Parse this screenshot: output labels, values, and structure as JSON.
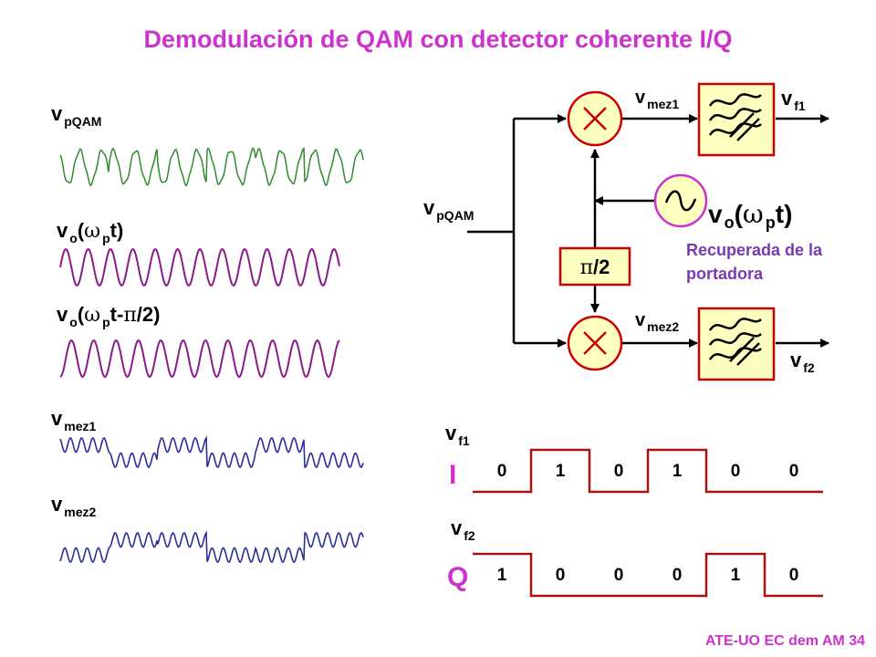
{
  "title": "Demodulación de QAM con detector coherente I/Q",
  "footer": "ATE-UO EC dem AM 34",
  "waveforms": {
    "vpqam": {
      "main": "v",
      "sub": "pQAM"
    },
    "carrier": {
      "pre": "v",
      "sub1": "o",
      "open": "(",
      "omega": "ω",
      "sub2": "p",
      "post": "t)"
    },
    "carrier_shift": {
      "pre": "v",
      "sub1": "o",
      "open": "(",
      "omega": "ω",
      "sub2": "p",
      "mid": "t-",
      "pi": "π",
      "post": "/2)"
    },
    "vmez1": {
      "main": "v",
      "sub": "mez1"
    },
    "vmez2": {
      "main": "v",
      "sub": "mez2"
    }
  },
  "block": {
    "input": {
      "main": "v",
      "sub": "pQAM"
    },
    "mix1_out": {
      "main": "v",
      "sub": "mez1"
    },
    "mix2_out": {
      "main": "v",
      "sub": "mez2"
    },
    "filter1_out": {
      "main": "v",
      "sub": "f1"
    },
    "filter2_out": {
      "main": "v",
      "sub": "f2"
    },
    "phase_shift": {
      "pi": "π",
      "rest": "/2"
    },
    "oscillator": {
      "pre": "v",
      "sub1": "o",
      "open": "(",
      "omega": "ω",
      "sub2": "p",
      "post": "t)"
    },
    "recovery_text": "Recuperada de la portadora"
  },
  "outputs": {
    "I": {
      "letter": "I",
      "label": {
        "main": "v",
        "sub": "f1"
      },
      "bits": [
        "0",
        "1",
        "0",
        "1",
        "0",
        "0"
      ]
    },
    "Q": {
      "letter": "Q",
      "label": {
        "main": "v",
        "sub": "f2"
      },
      "bits": [
        "1",
        "0",
        "0",
        "0",
        "1",
        "0"
      ]
    }
  },
  "colors": {
    "title": "#cc33cc",
    "green_wave": "#2e8b2e",
    "purple_wave": "#8b1a8b",
    "blue_wave": "#2b2b9c",
    "block_fill": "#ffffc0",
    "block_border": "#cc0000",
    "oscillator_border": "#cc33cc",
    "digital": "#aa1111"
  }
}
